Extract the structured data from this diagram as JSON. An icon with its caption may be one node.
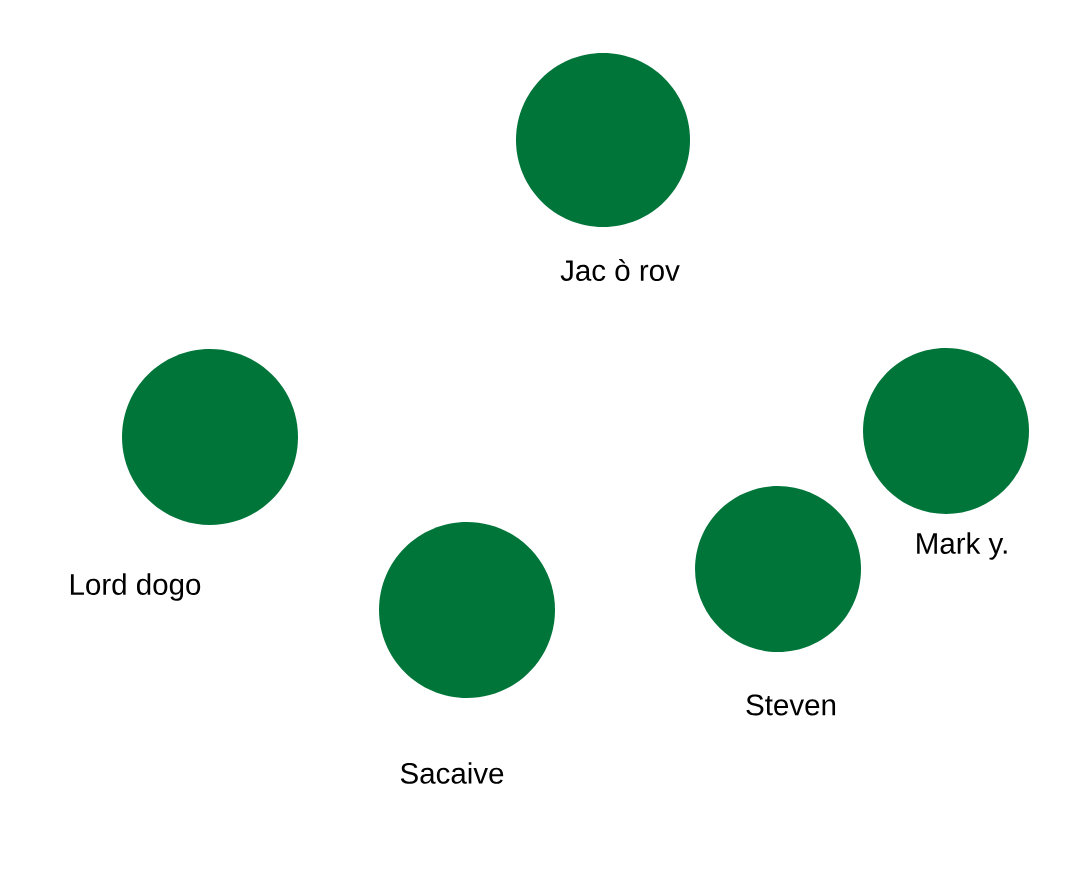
{
  "diagram": {
    "nodes": [
      {
        "text": [],
        "shape": "circle",
        "beside": [
          "Jac ò rov"
        ]
      },
      {
        "text": [],
        "shape": "circle",
        "beside": [
          "Lord dogo"
        ]
      },
      {
        "text": [],
        "shape": "circle",
        "beside": [
          "Sacaive"
        ]
      },
      {
        "text": [],
        "shape": "circle",
        "beside": [
          "Steven"
        ]
      },
      {
        "text": [],
        "shape": "circle",
        "beside": [
          "Mark y."
        ]
      }
    ]
  }
}
